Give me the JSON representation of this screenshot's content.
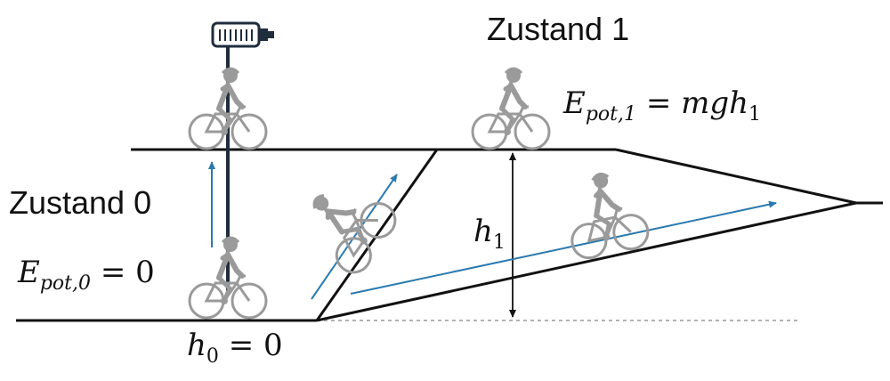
{
  "state1": {
    "title": "Zustand 1"
  },
  "state0": {
    "title": "Zustand 0"
  },
  "eq_epot1": {
    "base": "E",
    "sub": "pot,1",
    "rhs": "= mgh",
    "rhs_sub": "1"
  },
  "eq_epot0": {
    "base": "E",
    "sub": "pot,0",
    "rhs": "= 0"
  },
  "eq_h1": {
    "base": "h",
    "sub": "1"
  },
  "eq_h0": {
    "base": "h",
    "sub": "0",
    "rhs": "= 0"
  },
  "colors": {
    "arrow": "#2a7ab0",
    "line": "#111111",
    "cyclist": "#9a9a9a",
    "lift": "#1f2d3d"
  },
  "icons": [
    "lift-motor-icon",
    "cyclist-icon"
  ]
}
